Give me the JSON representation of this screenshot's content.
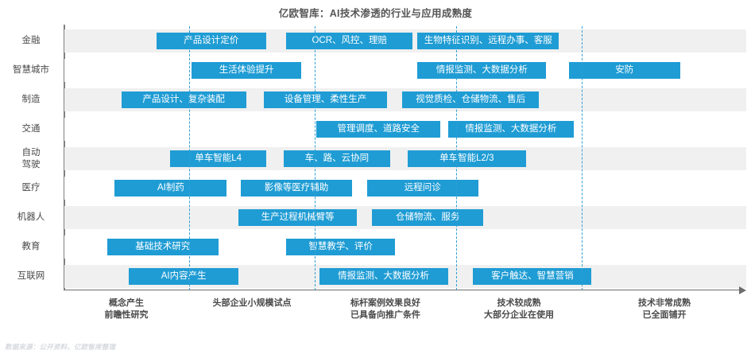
{
  "chart_title": "亿欧智库：AI技术渗透的行业与应用成熟度",
  "footer_note": "数据来源：公开资料、亿欧智库整理",
  "colors": {
    "bar": "#1f9cd4",
    "band": "#f0f0f0",
    "gridline": "#2f9fd6",
    "axis": "#6d6d6d",
    "title_text": "#555555",
    "label_text": "#4a4a4a",
    "footer_text": "#d6d9de"
  },
  "chart_data": {
    "type": "bar",
    "title": "亿欧智库：AI技术渗透的行业与应用成熟度",
    "xlabel": "",
    "ylabel": "",
    "grid": true,
    "legend": "none",
    "orientation": "horizontal",
    "x_axis_stage_labels": [
      {
        "line1": "概念产生",
        "line2": "前瞻性研究"
      },
      {
        "line1": "头部企业小规模试点",
        "line2": ""
      },
      {
        "line1": "标杆案例效果良好",
        "line2": "已具备向推广条件"
      },
      {
        "line1": "技术较成熟",
        "line2": "大部分企业在使用"
      },
      {
        "line1": "技术非常成熟",
        "line2": "已全面铺开"
      }
    ],
    "categories": [
      "金融",
      "智慧城市",
      "制造",
      "交通",
      "自动驾驶",
      "医疗",
      "机器人",
      "教育",
      "互联网"
    ],
    "rows": [
      {
        "label": "金融",
        "label_line1": "金融",
        "label_line2": "",
        "bars": [
          {
            "text": "产品设计定价",
            "start": 0.182,
            "end": 0.4
          },
          {
            "text": "OCR、风控、理赔",
            "start": 0.44,
            "end": 0.69
          },
          {
            "text": "生物特征识别、远程办事、客服",
            "start": 0.7,
            "end": 0.98
          }
        ]
      },
      {
        "label": "智慧城市",
        "label_line1": "智慧城市",
        "label_line2": "",
        "bars": [
          {
            "text": "生活体验提升",
            "start": 0.252,
            "end": 0.47
          },
          {
            "text": "情报监测、大数据分析",
            "start": 0.7,
            "end": 0.955
          },
          {
            "text": "安防",
            "start": 1.0,
            "end": 1.22
          }
        ]
      },
      {
        "label": "制造",
        "label_line1": "制造",
        "label_line2": "",
        "bars": [
          {
            "text": "产品设计、复杂装配",
            "start": 0.113,
            "end": 0.36
          },
          {
            "text": "设备管理、柔性生产",
            "start": 0.395,
            "end": 0.64
          },
          {
            "text": "视觉质检、仓储物流、售后",
            "start": 0.67,
            "end": 0.94
          }
        ]
      },
      {
        "label": "交通",
        "label_line1": "交通",
        "label_line2": "",
        "bars": [
          {
            "text": "管理调度、道路安全",
            "start": 0.5,
            "end": 0.745
          },
          {
            "text": "情报监测、大数据分析",
            "start": 0.76,
            "end": 1.01
          }
        ]
      },
      {
        "label": "自动驾驶",
        "label_line1": "自动",
        "label_line2": "驾驶",
        "bars": [
          {
            "text": "单车智能L4",
            "start": 0.21,
            "end": 0.4
          },
          {
            "text": "车、路、云协同",
            "start": 0.435,
            "end": 0.645
          },
          {
            "text": "单车智能L2/3",
            "start": 0.68,
            "end": 0.915
          }
        ]
      },
      {
        "label": "医疗",
        "label_line1": "医疗",
        "label_line2": "",
        "bars": [
          {
            "text": "AI制药",
            "start": 0.1,
            "end": 0.322
          },
          {
            "text": "影像等医疗辅助",
            "start": 0.35,
            "end": 0.57
          },
          {
            "text": "远程问诊",
            "start": 0.6,
            "end": 0.82
          }
        ]
      },
      {
        "label": "机器人",
        "label_line1": "机器人",
        "label_line2": "",
        "bars": [
          {
            "text": "生产过程机械臂等",
            "start": 0.345,
            "end": 0.58
          },
          {
            "text": "仓储物流、服务",
            "start": 0.61,
            "end": 0.83
          }
        ]
      },
      {
        "label": "教育",
        "label_line1": "教育",
        "label_line2": "",
        "bars": [
          {
            "text": "基础技术研究",
            "start": 0.085,
            "end": 0.305
          },
          {
            "text": "智慧教学、评价",
            "start": 0.44,
            "end": 0.655
          }
        ]
      },
      {
        "label": "互联网",
        "label_line1": "互联网",
        "label_line2": "",
        "bars": [
          {
            "text": "AI内容产生",
            "start": 0.128,
            "end": 0.345
          },
          {
            "text": "情报监测、大数据分析",
            "start": 0.505,
            "end": 0.76
          },
          {
            "text": "客户触达、智慧营销",
            "start": 0.81,
            "end": 1.045
          }
        ]
      }
    ]
  }
}
